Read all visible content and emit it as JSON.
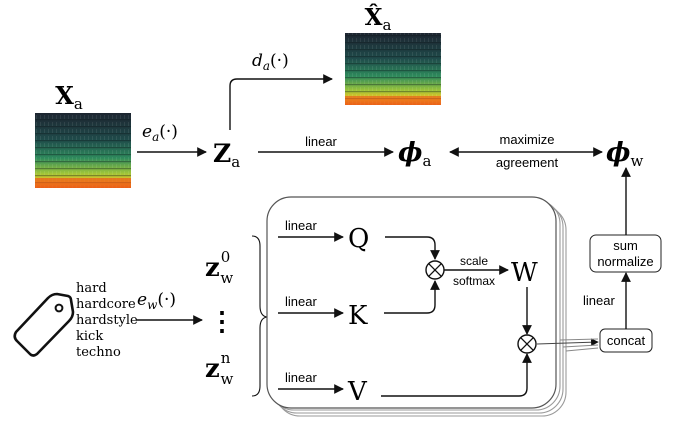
{
  "audio": {
    "input_symbol": "X",
    "input_subscript": "a",
    "reconstruction_symbol": "X̂",
    "reconstruction_subscript": "a",
    "encoder_label": "e",
    "encoder_subscript": "a",
    "encoder_arg": "(·)",
    "decoder_label": "d",
    "decoder_subscript": "a",
    "decoder_arg": "(·)",
    "latent_symbol": "Z",
    "latent_subscript": "a",
    "linear_label": "linear",
    "projection_symbol": "ϕ",
    "projection_subscript": "a"
  },
  "objective": {
    "line1": "maximize",
    "line2": "agreement"
  },
  "word": {
    "projection_symbol": "ϕ",
    "projection_subscript": "w",
    "tags": [
      "hard",
      "hardcore",
      "hardstyle",
      "kick",
      "techno"
    ],
    "encoder_label": "e",
    "encoder_subscript": "w",
    "encoder_arg": "(·)",
    "latent_symbol": "z",
    "latent_subscript": "w",
    "first_superscript": "0",
    "last_superscript": "n",
    "ellipsis": "⋮"
  },
  "attention": {
    "q_linear": "linear",
    "k_linear": "linear",
    "v_linear": "linear",
    "q": "Q",
    "k": "K",
    "v": "V",
    "scale_label": "scale",
    "softmax_label": "softmax",
    "weights": "W",
    "product_symbol": "⊗"
  },
  "aggregation": {
    "concat_label": "concat",
    "linear_label": "linear",
    "sum_label": "sum",
    "normalize_label": "normalize"
  },
  "colors": {
    "stroke": "#111111",
    "stack_outline": "#9a9a9a",
    "spectrogram_low": "#f2b51e",
    "spectrogram_mid": "#2d8f5a",
    "spectrogram_high": "#1f2a33"
  }
}
